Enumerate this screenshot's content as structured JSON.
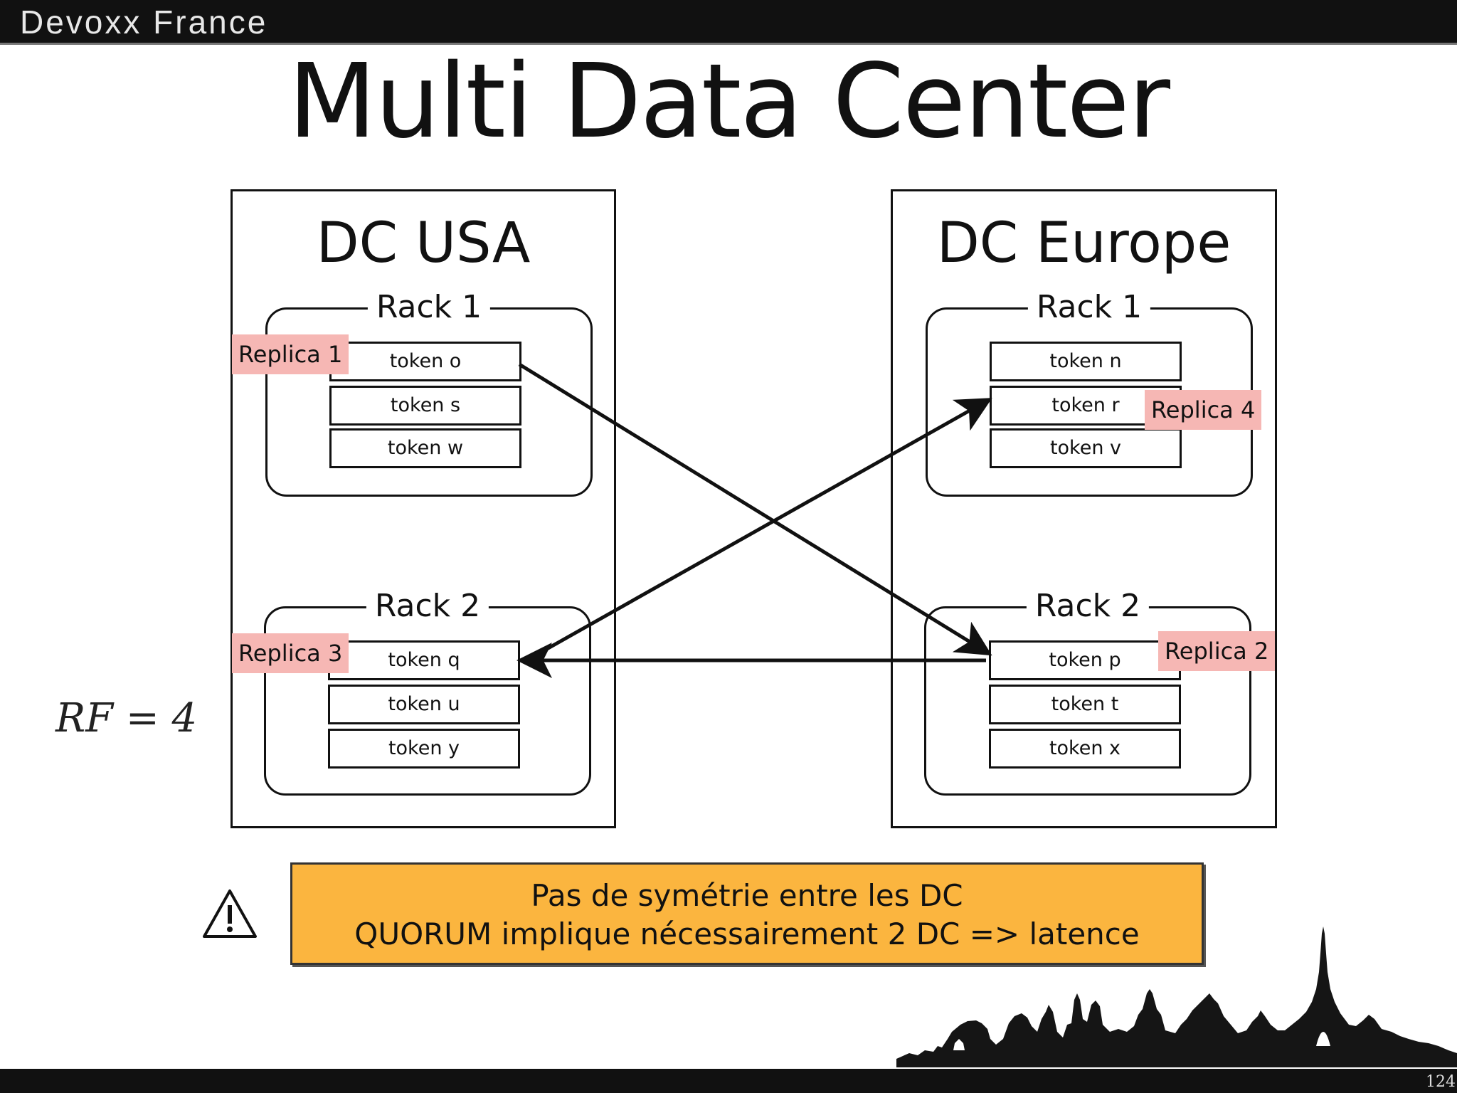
{
  "header": {
    "brand": "Devoxx France"
  },
  "slide": {
    "title": "Multi Data Center",
    "page_number": "124"
  },
  "datacenters": [
    {
      "name": "DC USA",
      "racks": [
        {
          "label": "Rack 1",
          "tokens": [
            "token o",
            "token s",
            "token w"
          ]
        },
        {
          "label": "Rack 2",
          "tokens": [
            "token q",
            "token u",
            "token y"
          ]
        }
      ]
    },
    {
      "name": "DC Europe",
      "racks": [
        {
          "label": "Rack 1",
          "tokens": [
            "token n",
            "token r",
            "token v"
          ]
        },
        {
          "label": "Rack 2",
          "tokens": [
            "token p",
            "token t",
            "token x"
          ]
        }
      ]
    }
  ],
  "replicas": {
    "replica1": "Replica 1",
    "replica2": "Replica 2",
    "replica3": "Replica 3",
    "replica4": "Replica 4"
  },
  "replication_factor": "RF = 4",
  "note": {
    "line1": "Pas de symétrie entre les DC",
    "line2": "QUORUM implique nécessairement 2 DC => latence"
  },
  "colors": {
    "replica_bg": "#f6b7b4",
    "note_bg": "#fbb53f",
    "bars": "#111111"
  }
}
